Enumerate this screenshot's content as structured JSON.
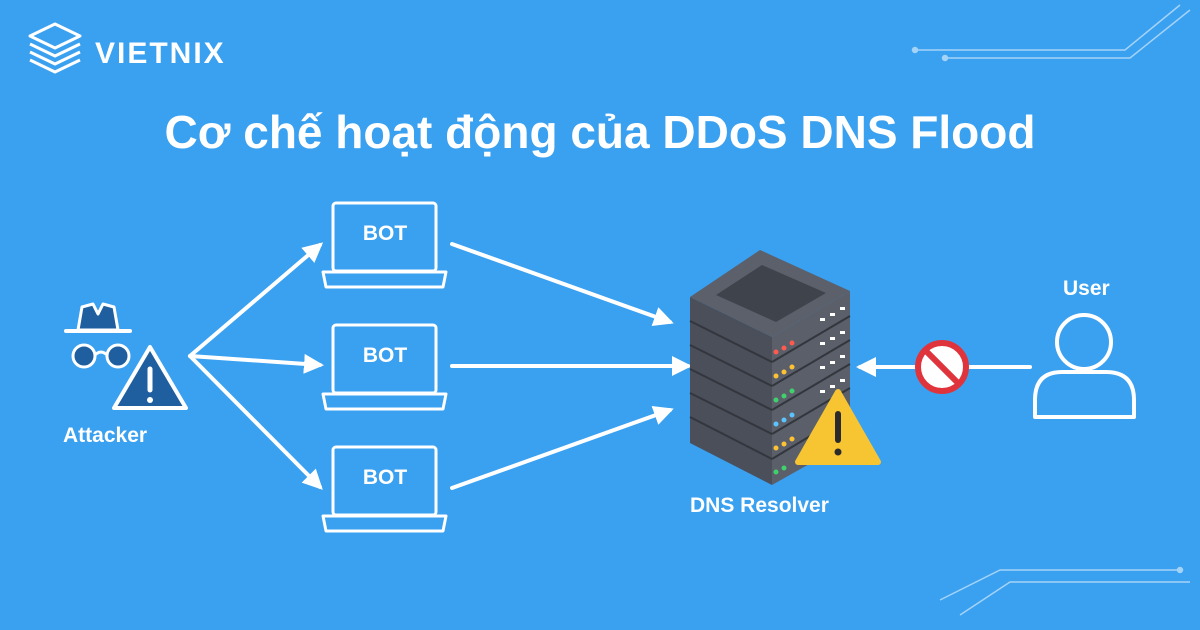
{
  "brand": {
    "name": "VIETNIX"
  },
  "title": "Cơ chế hoạt động của DDoS DNS Flood",
  "nodes": {
    "attacker": "Attacker",
    "bots": [
      "BOT",
      "BOT",
      "BOT"
    ],
    "dns_resolver": "DNS Resolver",
    "user": "User"
  },
  "colors": {
    "background": "#3aa0f0",
    "foreground": "#ffffff",
    "server_body": "#4a4f5a",
    "warning": "#f7c531",
    "block": "#e0343c"
  },
  "icons": [
    "logo-icon",
    "attacker-icon",
    "warning-icon",
    "laptop-icon",
    "server-icon",
    "block-icon",
    "user-icon"
  ]
}
